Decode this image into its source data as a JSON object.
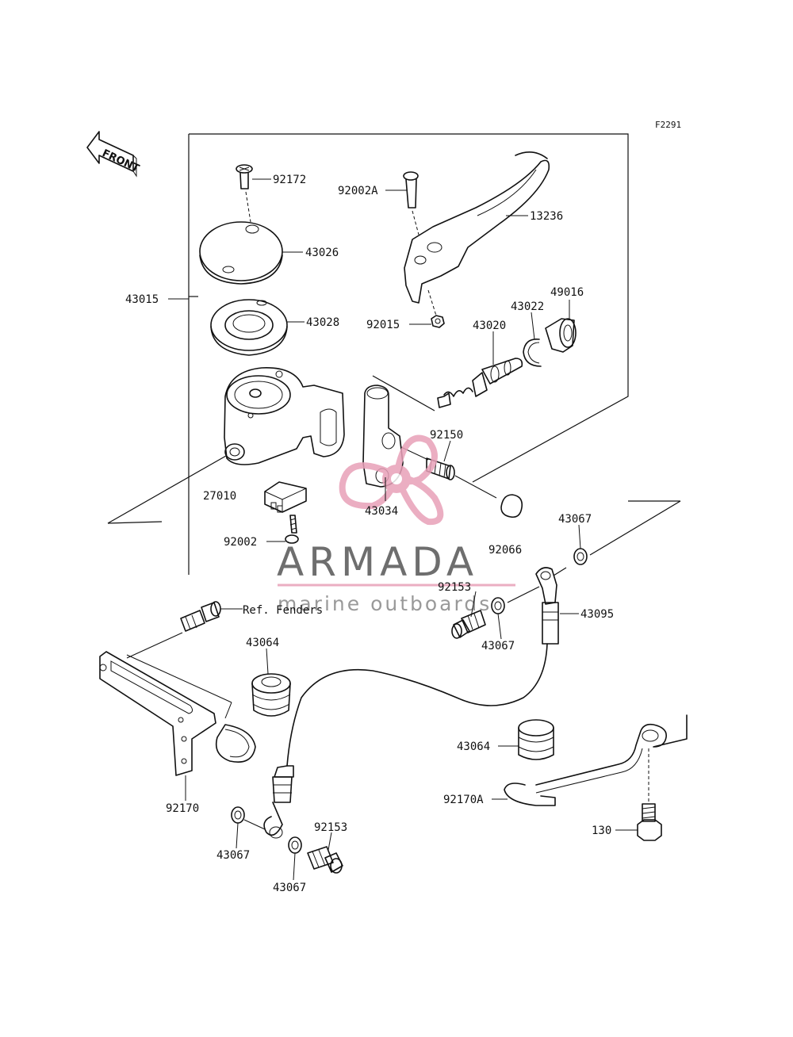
{
  "figure_code": "F2291",
  "front_label": "FRONT",
  "parts": {
    "p92172": "92172",
    "p92002A": "92002A",
    "p13236": "13236",
    "p43026": "43026",
    "p43015": "43015",
    "p43028": "43028",
    "p92015": "92015",
    "p49016": "49016",
    "p43022": "43022",
    "p43020": "43020",
    "p92150": "92150",
    "p27010": "27010",
    "p43034": "43034",
    "p92002": "92002",
    "p43067_a": "43067",
    "p92066": "92066",
    "p92153_a": "92153",
    "p43095": "43095",
    "p43067_b": "43067",
    "ref_fenders": "Ref. Fenders",
    "p43064_a": "43064",
    "p43064_b": "43064",
    "p92170": "92170",
    "p92170A": "92170A",
    "p130": "130",
    "p92153_b": "92153",
    "p43067_c": "43067",
    "p43067_d": "43067"
  },
  "watermark": {
    "brand": "ARMADA",
    "tagline": "marine outboards",
    "colors": {
      "pink": "#e8a0b8",
      "grey": "#555555"
    }
  }
}
